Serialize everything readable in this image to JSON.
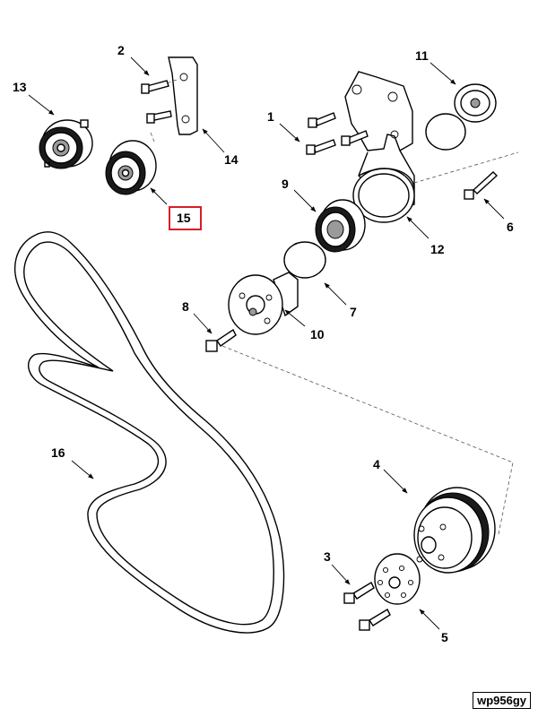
{
  "diagram": {
    "code": "wp956gy",
    "highlight_color": "#d61f26",
    "callouts": [
      {
        "id": "c2",
        "text": "2"
      },
      {
        "id": "c13",
        "text": "13"
      },
      {
        "id": "c14",
        "text": "14"
      },
      {
        "id": "c15",
        "text": "15"
      },
      {
        "id": "c1",
        "text": "1"
      },
      {
        "id": "c11",
        "text": "11"
      },
      {
        "id": "c9",
        "text": "9"
      },
      {
        "id": "c6",
        "text": "6"
      },
      {
        "id": "c12",
        "text": "12"
      },
      {
        "id": "c7",
        "text": "7"
      },
      {
        "id": "c8",
        "text": "8"
      },
      {
        "id": "c10",
        "text": "10"
      },
      {
        "id": "c16",
        "text": "16"
      },
      {
        "id": "c4",
        "text": "4"
      },
      {
        "id": "c3",
        "text": "3"
      },
      {
        "id": "c5",
        "text": "5"
      }
    ],
    "highlighted_callout": "15"
  }
}
